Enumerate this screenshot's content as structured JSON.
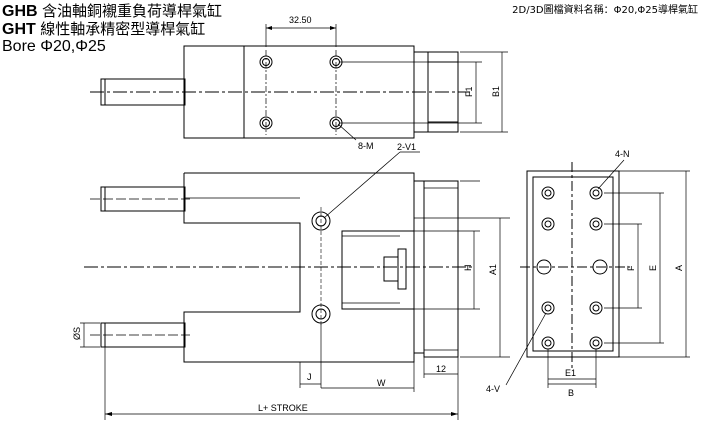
{
  "header": {
    "line1_code": "GHB",
    "line1_desc": "含油軸銅襯重負荷導桿氣缸",
    "line2_code": "GHT",
    "line2_desc": "線性軸承精密型導桿氣缸",
    "line3": "Bore Φ20,Φ25",
    "file_note": "2D/3D圖檔資料名稱：Φ20,Φ25導桿氣缸"
  },
  "dimensions": {
    "pitch": "32.50",
    "eight_m": "8-M",
    "two_v1": "2-V1",
    "four_n": "4-N",
    "four_v": "4-V",
    "f1": "F1",
    "b1": "B1",
    "a1": "A1",
    "h": "H",
    "s": "ØS",
    "j": "J",
    "w": "W",
    "twelve": "12",
    "l_stroke": "L+ STROKE",
    "f": "F",
    "e": "E",
    "a": "A",
    "e1": "E1",
    "b": "B"
  }
}
